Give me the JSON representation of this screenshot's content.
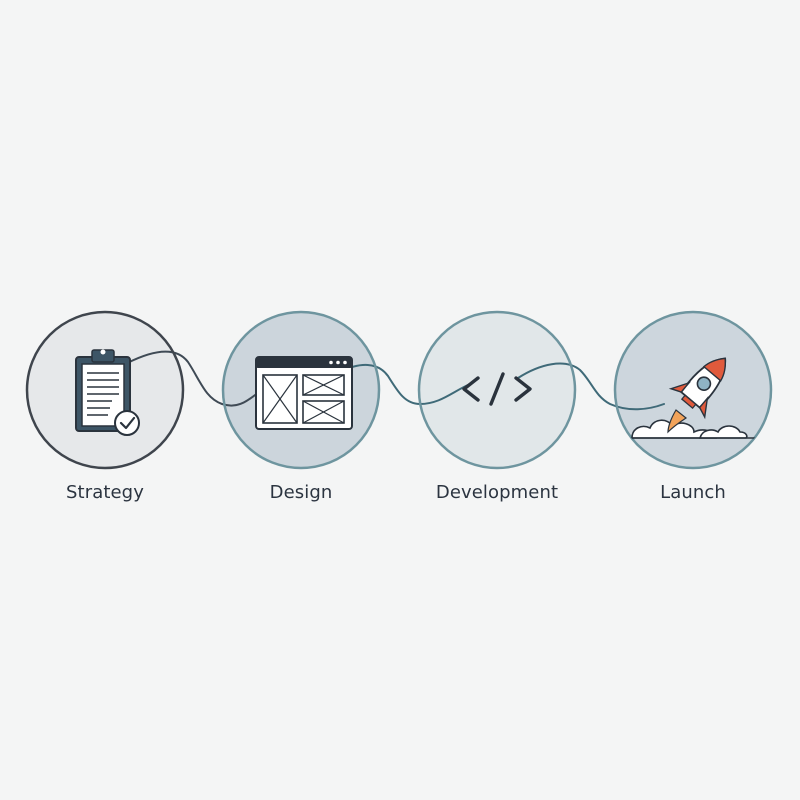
{
  "steps": [
    {
      "id": "strategy",
      "label": "Strategy",
      "icon": "clipboard-check-icon",
      "fill": "#e6e8ea",
      "ring": "#3f454d"
    },
    {
      "id": "design",
      "label": "Design",
      "icon": "wireframe-window-icon",
      "fill": "#ccd5dc",
      "ring": "#6e959f"
    },
    {
      "id": "development",
      "label": "Development",
      "icon": "code-brackets-icon",
      "fill": "#e1e7e9",
      "ring": "#6e959f"
    },
    {
      "id": "launch",
      "label": "Launch",
      "icon": "rocket-icon",
      "fill": "#cdd6dd",
      "ring": "#6e959f"
    }
  ],
  "colors": {
    "background": "#f4f5f5",
    "connector": "#3f5a66",
    "connector_accent": "#4f7f8e",
    "icon_dark": "#2a333d",
    "rocket_accent": "#e05a3c"
  }
}
